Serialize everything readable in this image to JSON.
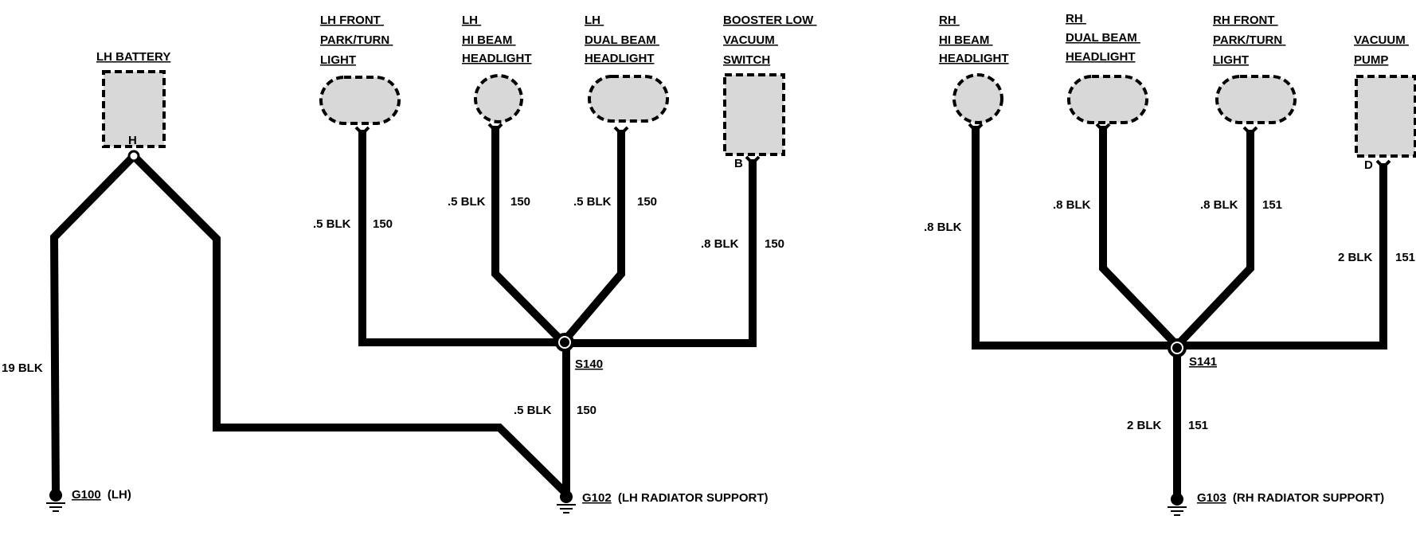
{
  "components": {
    "lh_battery": {
      "label": "LH BATTERY",
      "terminal": "H"
    },
    "lh_front_park_turn_light": {
      "lines": [
        "LH FRONT",
        "PARK/TURN",
        "LIGHT"
      ]
    },
    "lh_hi_beam_headlight": {
      "lines": [
        "LH",
        "HI BEAM",
        "HEADLIGHT"
      ]
    },
    "lh_dual_beam_headlight": {
      "lines": [
        "LH",
        "DUAL BEAM",
        "HEADLIGHT"
      ]
    },
    "booster_low_vacuum_switch": {
      "lines": [
        "BOOSTER LOW",
        "VACUUM",
        "SWITCH"
      ],
      "terminal": "B"
    },
    "rh_hi_beam_headlight": {
      "lines": [
        "RH",
        "HI BEAM",
        "HEADLIGHT"
      ]
    },
    "rh_dual_beam_headlight": {
      "lines": [
        "RH",
        "DUAL BEAM",
        "HEADLIGHT"
      ]
    },
    "rh_front_park_turn_light": {
      "lines": [
        "RH FRONT",
        "PARK/TURN",
        "LIGHT"
      ]
    },
    "vacuum_pump": {
      "lines": [
        "VACUUM",
        "PUMP"
      ],
      "terminal": "D"
    }
  },
  "wires": {
    "battery_to_g100": {
      "gauge": "19 BLK"
    },
    "lh_park_turn": {
      "gauge": ".5 BLK",
      "circuit": "150"
    },
    "lh_hi_beam": {
      "gauge": ".5 BLK",
      "circuit": "150"
    },
    "lh_dual_beam": {
      "gauge": ".5 BLK",
      "circuit": "150"
    },
    "booster_switch": {
      "gauge": ".8 BLK",
      "circuit": "150"
    },
    "s140_to_g102": {
      "gauge": ".5 BLK",
      "circuit": "150"
    },
    "rh_hi_beam": {
      "gauge": ".8 BLK"
    },
    "rh_dual_beam": {
      "gauge": ".8 BLK"
    },
    "rh_park_turn": {
      "gauge": ".8 BLK",
      "circuit": "151"
    },
    "vacuum_pump": {
      "gauge": "2 BLK",
      "circuit": "151"
    },
    "s141_to_g103": {
      "gauge": "2 BLK",
      "circuit": "151"
    }
  },
  "splices": {
    "s140": "S140",
    "s141": "S141"
  },
  "grounds": {
    "g100": {
      "id": "G100",
      "desc": "(LH)"
    },
    "g102": {
      "id": "G102",
      "desc": "(LH RADIATOR SUPPORT)"
    },
    "g103": {
      "id": "G103",
      "desc": "(RH RADIATOR SUPPORT)"
    }
  }
}
